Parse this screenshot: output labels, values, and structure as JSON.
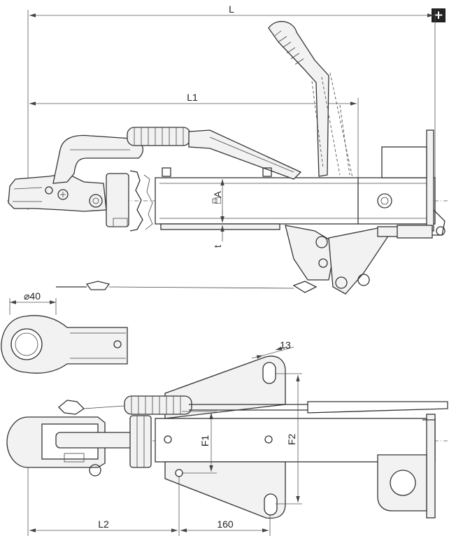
{
  "controls": {
    "zoom_button_icon": "plus-icon",
    "zoom_button_glyph": "+"
  },
  "dimensions": {
    "overall_length": "L",
    "length_l1": "L1",
    "square_a": "□A",
    "thickness": "t",
    "eye_diameter": "⌀40",
    "slot_width": "13",
    "hole_spacing_f1": "F1",
    "hole_spacing_f2": "F2",
    "length_l2": "L2",
    "offset": "160"
  }
}
